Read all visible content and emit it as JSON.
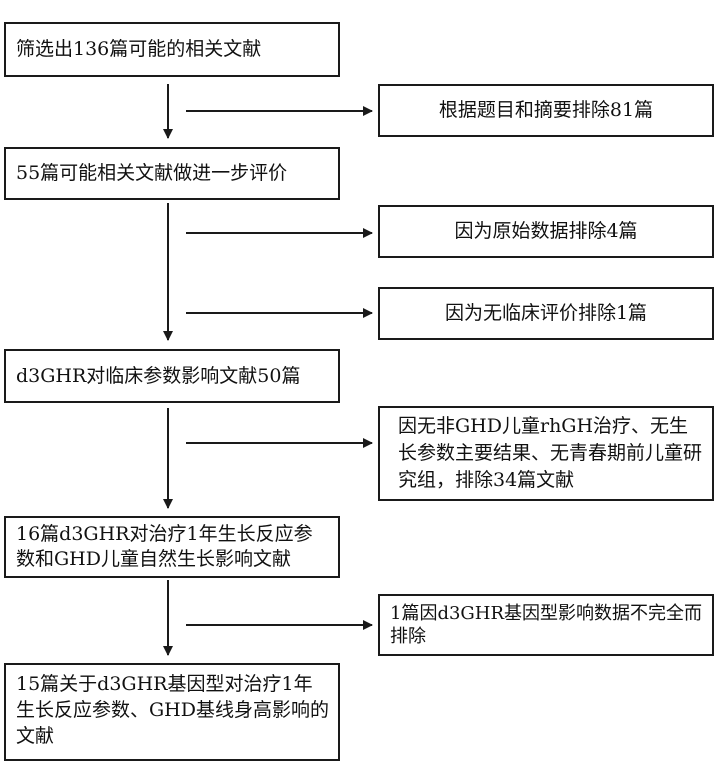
{
  "flow": {
    "step1": "筛选出136篇可能的相关文献",
    "step2": "55篇可能相关文献做进一步评价",
    "step3": "d3GHR对临床参数影响文献50篇",
    "step4": "16篇d3GHR对治疗1年生长反应参数和GHD儿童自然生长影响文献",
    "step5": "15篇关于d3GHR基因型对治疗1年生长反应参数、GHD基线身高影响的文献"
  },
  "exclusions": {
    "ex1": "根据题目和摘要排除81篇",
    "ex2": "因为原始数据排除4篇",
    "ex3": "因为无临床评价排除1篇",
    "ex4": "因无非GHD儿童rhGH治疗、无生长参数主要结果、无青春期前儿童研究组，排除34篇文献",
    "ex5": "1篇因d3GHR基因型影响数据不完全而排除"
  }
}
